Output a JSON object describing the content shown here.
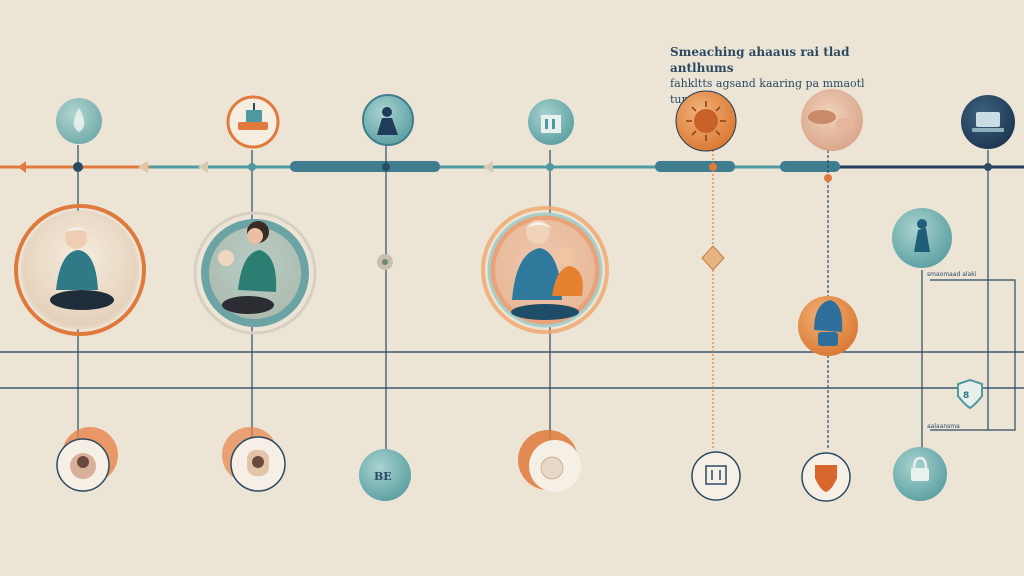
{
  "caption": {
    "line1": "Smeaching ahaaus rai tlad antlhums",
    "line2": "fahkltts agsand kaaring pa mmaotl tumanas"
  },
  "side_labels": {
    "upper": "smaomaad alaki",
    "lower": "aalaansma"
  },
  "badge_text": "BE",
  "colors": {
    "background": "#ece5d6",
    "teal": "#4f9aa0",
    "orange": "#e07a3c",
    "navy": "#1f3d5a",
    "line": "#2b4a62"
  },
  "icons": {
    "top": [
      "drop-icon",
      "boat-icon",
      "figure-icon",
      "building-icon",
      "sun-badge-icon",
      "hand-icon",
      "laptop-icon"
    ],
    "middle": [
      "elder-portrait-icon",
      "mother-child-portrait-icon",
      "pin-icon",
      "grandparent-child-portrait-icon",
      "diamond-marker-icon",
      "helmet-icon",
      "figure-badge-icon"
    ],
    "bottom": [
      "portrait-small-icon",
      "portrait-small-icon",
      "be-badge-icon",
      "egg-icon",
      "bin-icon",
      "shield-icon",
      "lock-icon"
    ]
  }
}
